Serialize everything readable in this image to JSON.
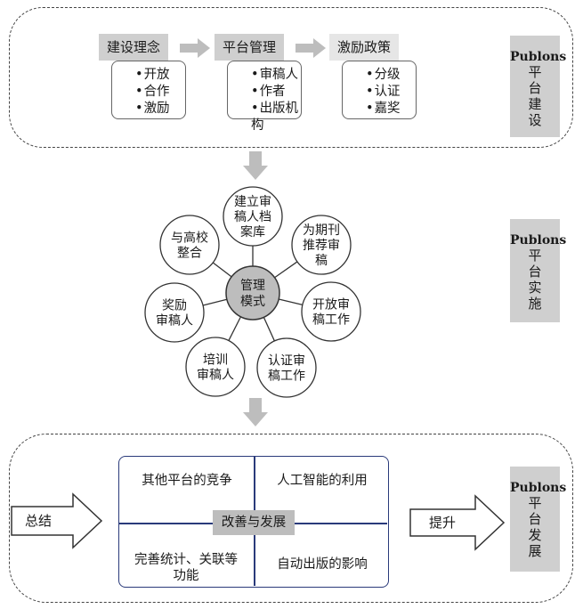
{
  "platform_building": {
    "steps": [
      {
        "title": "建设理念",
        "items": [
          "开放",
          "合作",
          "激励"
        ]
      },
      {
        "title": "平台管理",
        "items": [
          "审稿人",
          "作者",
          "出版机构"
        ]
      },
      {
        "title": "激励政策",
        "items": [
          "分级",
          "认证",
          "嘉奖"
        ]
      }
    ],
    "side_label_en": "Publons",
    "side_label_zh": "平台建设"
  },
  "platform_implementation": {
    "center": "管理模式",
    "nodes": [
      "建立审稿人档案库",
      "为期刊推荐审稿人",
      "开放审稿工作",
      "认证审稿工作",
      "培训审稿人",
      "奖励审稿人",
      "与高校整合"
    ],
    "side_label_en": "Publons",
    "side_label_zh": "平台实施"
  },
  "platform_development": {
    "left_arrow": "总结",
    "right_arrow": "提升",
    "center": "改善与发展",
    "quadrants": [
      "其他平台的竞争",
      "人工智能的利用",
      "完善统计、关联等功能",
      "自动出版的影响"
    ],
    "side_label_en": "Publons",
    "side_label_zh": "平台发展"
  },
  "colors": {
    "box_gray": "#cfcfcf",
    "light_gray": "#e6e6e6",
    "arrow_gray": "#bdbdbd",
    "border": "#444444",
    "quad_border": "#2a3a7a"
  }
}
